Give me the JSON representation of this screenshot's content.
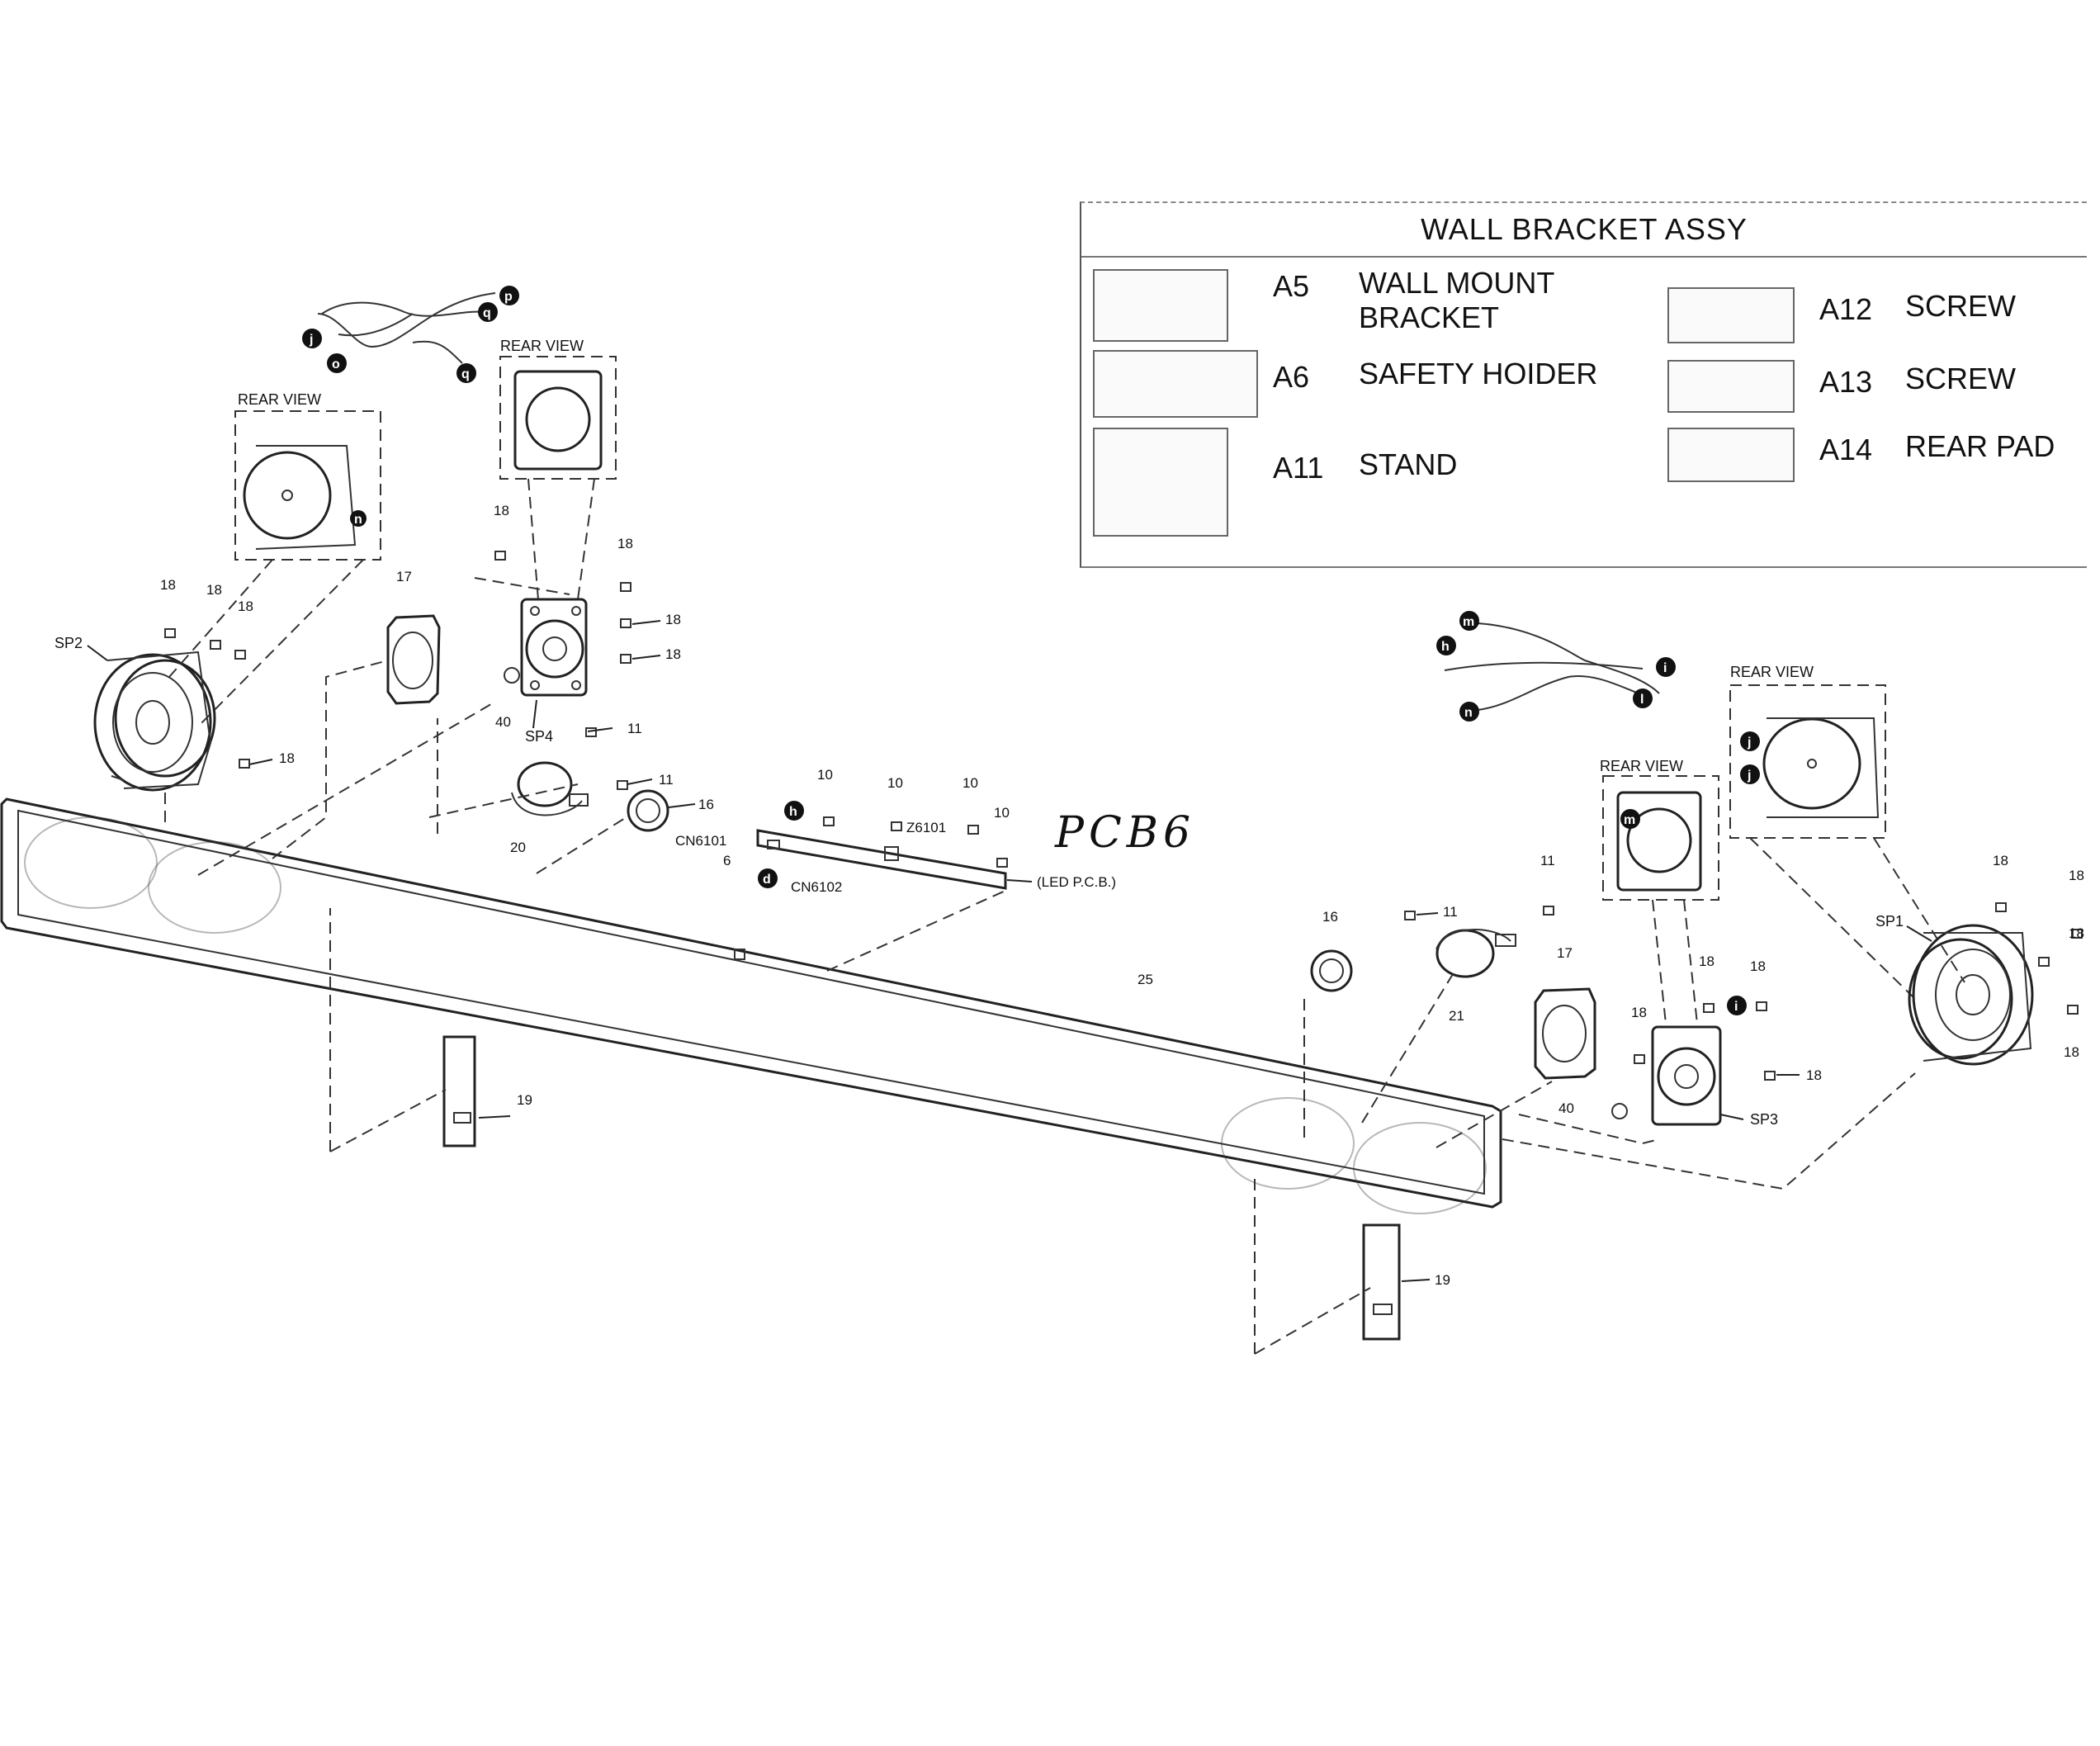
{
  "wall_bracket": {
    "title": "WALL BRACKET ASSY",
    "items": [
      {
        "code": "A5",
        "name_line1": "WALL MOUNT",
        "name_line2": "BRACKET"
      },
      {
        "code": "A6",
        "name_line1": "SAFETY HOIDER"
      },
      {
        "code": "A11",
        "name_line1": "STAND"
      },
      {
        "code": "A12",
        "name_line1": "SCREW"
      },
      {
        "code": "A13",
        "name_line1": "SCREW"
      },
      {
        "code": "A14",
        "name_line1": "REAR PAD"
      }
    ]
  },
  "labels": {
    "rear_view": "REAR VIEW",
    "sp1": "SP1",
    "sp2": "SP2",
    "sp3": "SP3",
    "sp4": "SP4",
    "n6": "6",
    "n10": "10",
    "n11": "11",
    "n16": "16",
    "n17": "17",
    "n18": "18",
    "n19": "19",
    "n20": "20",
    "n21": "21",
    "n25": "25",
    "n40": "40",
    "cn6101": "CN6101",
    "cn6102": "CN6102",
    "z6101": "Z6101",
    "led_pcb": "(LED P.C.B.)",
    "handwritten": "PCB6"
  },
  "badges": {
    "p": "p",
    "q": "q",
    "o": "o",
    "n": "n",
    "j": "j",
    "m": "m",
    "h": "h",
    "i": "i",
    "l": "l",
    "d": "d"
  }
}
